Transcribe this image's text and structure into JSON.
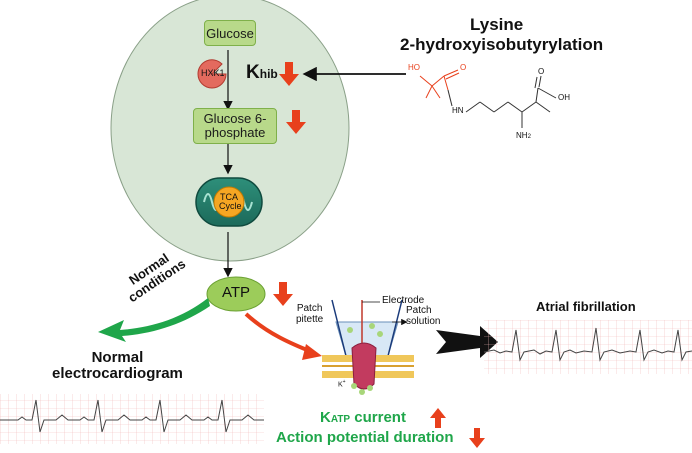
{
  "colors": {
    "oval_fill": "#d8e6d6",
    "box_fill": "#b8d98a",
    "arrow_red": "#e8401c",
    "green": "#1fa64a",
    "ecg_grid": "#f2b9b9"
  },
  "lysine": {
    "title": "Lysine",
    "subtitle": "2-hydroxyisobutyrylation"
  },
  "pathway": {
    "glucose": "Glucose",
    "hxk1": "HXK1",
    "khib_main": "K",
    "khib_sub": "hib",
    "g6p_line1": "Glucose 6-",
    "g6p_line2": "phosphate",
    "tca_line1": "TCA",
    "tca_line2": "Cycle",
    "atp": "ATP"
  },
  "molecule": {
    "ho": "HO",
    "o1": "O",
    "hn": "HN",
    "o2": "O",
    "oh": "OH",
    "nh2": "NH",
    "nh2_sub": "2"
  },
  "normal": {
    "conditions_line1": "Normal",
    "conditions_line2": "conditions",
    "ecg_line1": "Normal",
    "ecg_line2": "electrocardiogram"
  },
  "patch": {
    "electrode": "Electrode",
    "pipette_line1": "Patch",
    "pipette_line2": "pitette",
    "solution_line1": "Patch",
    "solution_line2": "solution",
    "k_ion": "K",
    "k_plus": "+"
  },
  "af": {
    "title": "Atrial fibrillation"
  },
  "outcome": {
    "katp_main": "K",
    "katp_sub": "ATP",
    "katp_rest": " current",
    "apd": "Action potential duration"
  },
  "icons": {
    "down": "down-arrow-icon",
    "up": "up-arrow-icon"
  }
}
